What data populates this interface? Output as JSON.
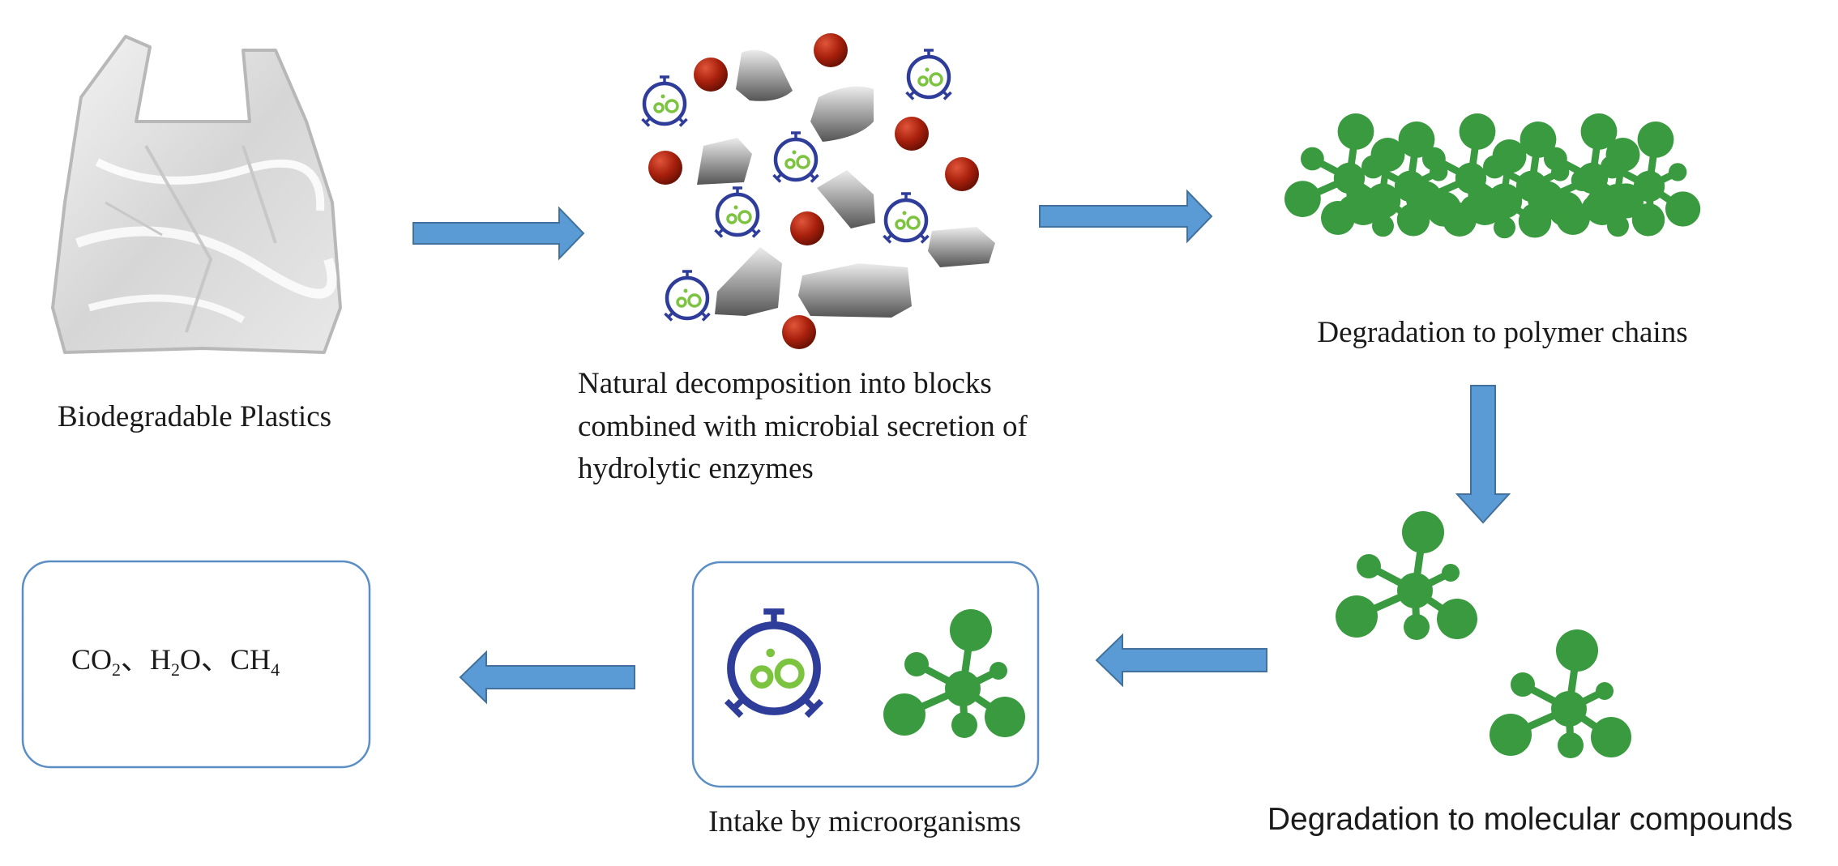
{
  "colors": {
    "arrow": "#5b9bd5",
    "arrow_edge": "#41719c",
    "molecule": "#3a9a3f",
    "microbe_ring": "#2f3d9a",
    "microbe_inner": "#7cc440",
    "particle": "#b0240f",
    "box_border": "#5b8ec4"
  },
  "stages": {
    "plastic": {
      "label": "Biodegradable Plastics",
      "icon": "plastic-bag-icon"
    },
    "decomposition": {
      "label_lines": [
        "Natural decomposition into blocks",
        "combined with microbial secretion of",
        "hydrolytic enzymes"
      ],
      "icon": "fragments-and-microbes-icon"
    },
    "polymer": {
      "label": "Degradation to polymer chains",
      "icon": "polymer-chain-icon"
    },
    "molecular": {
      "label": "Degradation to molecular compounds",
      "icon": "molecule-icon"
    },
    "intake": {
      "label": "Intake by microorganisms",
      "icon": "microbe-icon"
    },
    "products": {
      "co2_main": "CO",
      "co2_sub": "2",
      "sep1": "、",
      "h_main": "H",
      "h_sub": "2",
      "h_tail": "O",
      "sep2": "、",
      "ch_main": "CH",
      "ch_sub": "4"
    }
  },
  "flow": [
    "Biodegradable Plastics",
    "Natural decomposition",
    "Degradation to polymer chains",
    "Degradation to molecular compounds",
    "Intake by microorganisms",
    "CO2 H2O CH4"
  ]
}
